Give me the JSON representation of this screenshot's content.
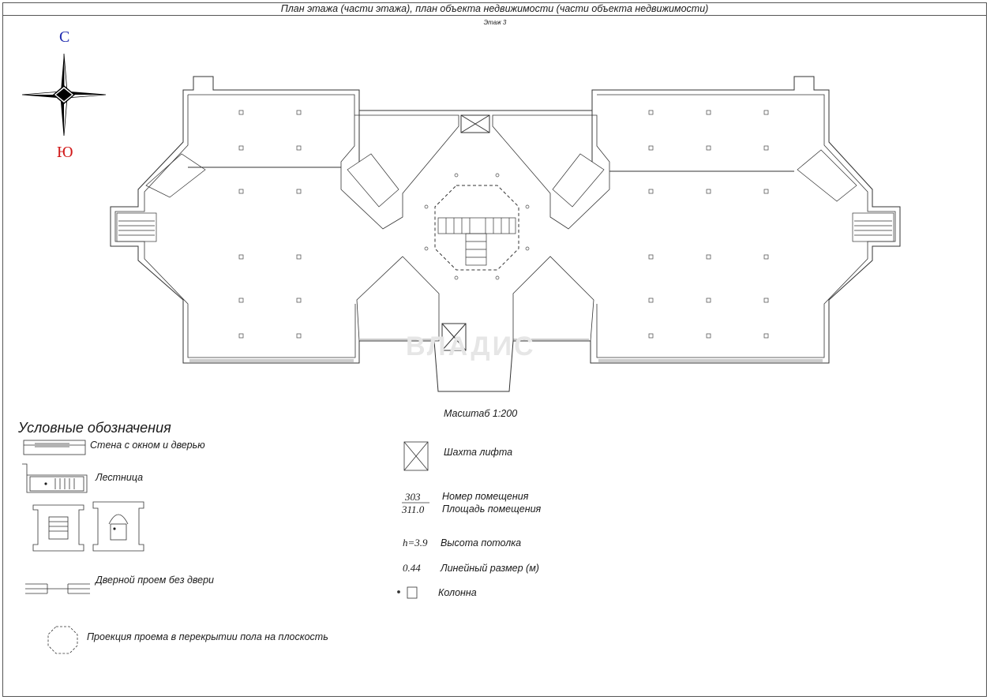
{
  "header": {
    "title": "План этажа (части этажа), план объекта недвижимости (части объекта недвижимости)",
    "floor_label": "Этаж 3"
  },
  "compass": {
    "north": "С",
    "south": "Ю",
    "north_color": "#1f2bb0",
    "south_color": "#d11a1a"
  },
  "watermark": "ВЛАДИС",
  "scale_label": "Масштаб 1:200",
  "legend": {
    "title": "Условные обозначения",
    "items": {
      "wall": "Стена с окном и дверью",
      "stairs": "Лестница",
      "doorway": "Дверной проем без двери",
      "projection": "Проекция проема в перекрытии пола на плоскость",
      "elevator": "Шахта лифта",
      "room_number_sample": "303",
      "room_area_sample": "311.0",
      "room_number": "Номер помещения",
      "room_area": "Площадь помещения",
      "height_sample": "h=3.9",
      "height": "Высота потолка",
      "dimension_sample": "0.44",
      "dimension": "Линейный размер (м)",
      "column": "Колонна"
    }
  }
}
